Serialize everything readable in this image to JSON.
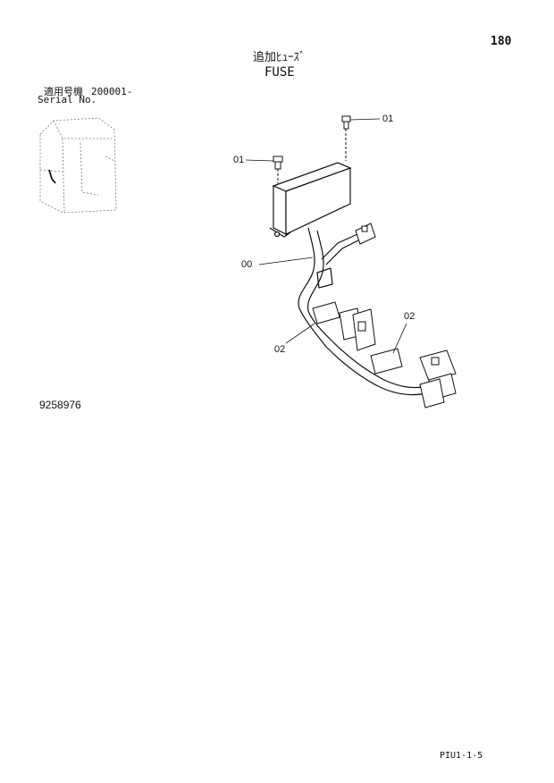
{
  "page_number": "180",
  "title_jp": "追加ﾋｭｰｽﾞ",
  "title_en": "FUSE",
  "serial": {
    "label_jp": "適用号機",
    "label_en": "Serial No.",
    "value": "200001-"
  },
  "part_number": "9258976",
  "page_code": "PIU1-1-5",
  "callouts": {
    "c01_top": "01",
    "c01_left": "01",
    "c00": "00",
    "c02_left": "02",
    "c02_right": "02"
  }
}
